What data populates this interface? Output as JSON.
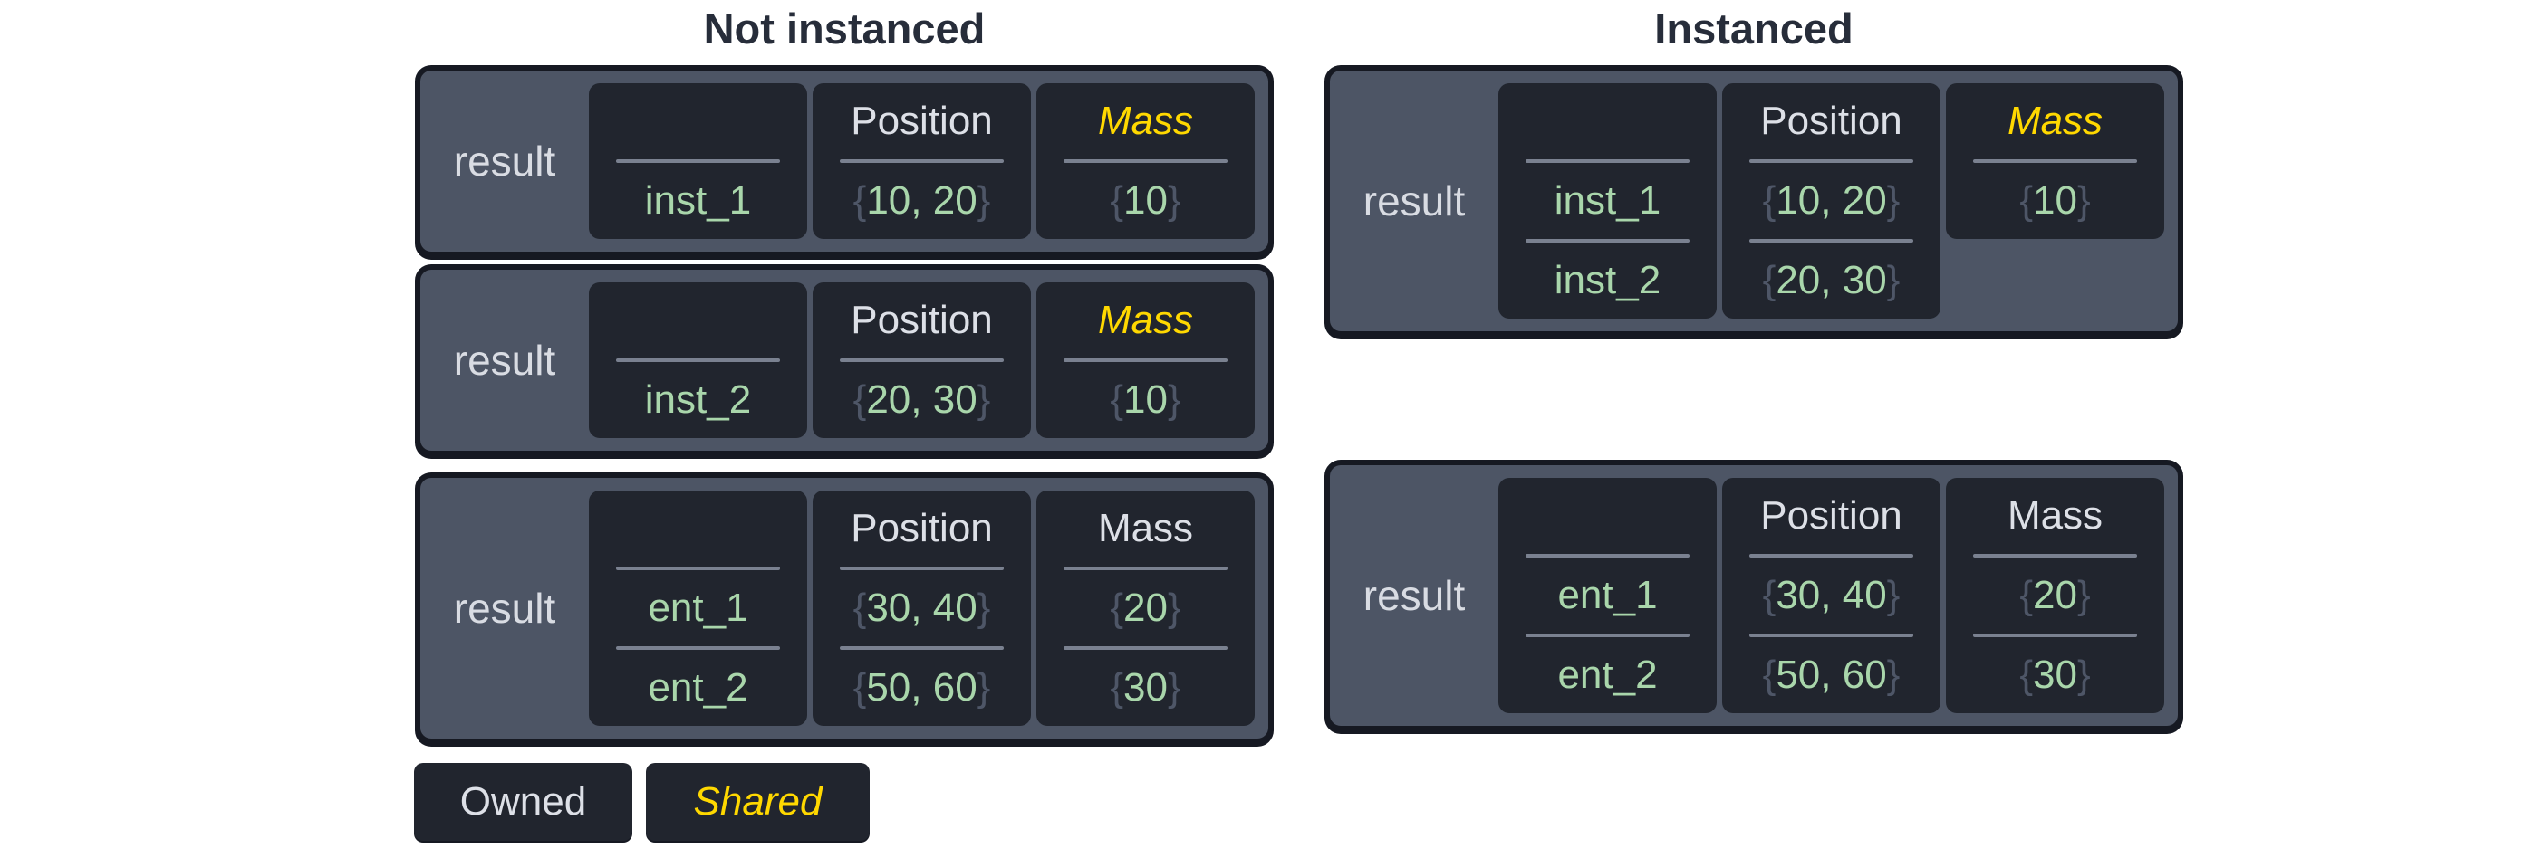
{
  "colors": {
    "page_bg": "#ffffff",
    "title_text": "#272d3a",
    "box_bg": "#4d5565",
    "box_border": "#161922",
    "cell_bg": "#21252e",
    "divider": "#7a8190",
    "label_text": "#d9dce3",
    "header_text": "#dde0e7",
    "value_green": "#a9d6ab",
    "brace_gray": "#4e5667",
    "shared_yellow": "#ffd800"
  },
  "groups": [
    {
      "title": "Not instanced",
      "tables": [
        {
          "result_label": "result",
          "columns": [
            {
              "header": "",
              "shared": false,
              "rows": [
                "inst_1"
              ]
            },
            {
              "header": "Position",
              "shared": false,
              "rows": [
                {
                  "open": "{",
                  "num": "10, 20",
                  "close": "}"
                }
              ]
            },
            {
              "header": "Mass",
              "shared": true,
              "rows": [
                {
                  "open": "{",
                  "num": "10",
                  "close": "}"
                }
              ]
            }
          ]
        },
        {
          "result_label": "result",
          "columns": [
            {
              "header": "",
              "shared": false,
              "rows": [
                "inst_2"
              ]
            },
            {
              "header": "Position",
              "shared": false,
              "rows": [
                {
                  "open": "{",
                  "num": "20, 30",
                  "close": "}"
                }
              ]
            },
            {
              "header": "Mass",
              "shared": true,
              "rows": [
                {
                  "open": "{",
                  "num": "10",
                  "close": "}"
                }
              ]
            }
          ]
        },
        {
          "result_label": "result",
          "columns": [
            {
              "header": "",
              "shared": false,
              "rows": [
                "ent_1",
                "ent_2"
              ]
            },
            {
              "header": "Position",
              "shared": false,
              "rows": [
                {
                  "open": "{",
                  "num": "30, 40",
                  "close": "}"
                },
                {
                  "open": "{",
                  "num": "50, 60",
                  "close": "}"
                }
              ]
            },
            {
              "header": "Mass",
              "shared": false,
              "rows": [
                {
                  "open": "{",
                  "num": "20",
                  "close": "}"
                },
                {
                  "open": "{",
                  "num": "30",
                  "close": "}"
                }
              ]
            }
          ]
        }
      ]
    },
    {
      "title": "Instanced",
      "tables": [
        {
          "result_label": "result",
          "columns": [
            {
              "header": "",
              "shared": false,
              "rows": [
                "inst_1",
                "inst_2"
              ]
            },
            {
              "header": "Position",
              "shared": false,
              "rows": [
                {
                  "open": "{",
                  "num": "10, 20",
                  "close": "}"
                },
                {
                  "open": "{",
                  "num": "20, 30",
                  "close": "}"
                }
              ]
            },
            {
              "header": "Mass",
              "shared": true,
              "rows": [
                {
                  "open": "{",
                  "num": "10",
                  "close": "}"
                }
              ]
            }
          ]
        },
        {
          "result_label": "result",
          "columns": [
            {
              "header": "",
              "shared": false,
              "rows": [
                "ent_1",
                "ent_2"
              ]
            },
            {
              "header": "Position",
              "shared": false,
              "rows": [
                {
                  "open": "{",
                  "num": "30, 40",
                  "close": "}"
                },
                {
                  "open": "{",
                  "num": "50, 60",
                  "close": "}"
                }
              ]
            },
            {
              "header": "Mass",
              "shared": false,
              "rows": [
                {
                  "open": "{",
                  "num": "20",
                  "close": "}"
                },
                {
                  "open": "{",
                  "num": "30",
                  "close": "}"
                }
              ]
            }
          ]
        }
      ]
    }
  ],
  "legend": [
    {
      "label": "Owned",
      "shared": false
    },
    {
      "label": "Shared",
      "shared": true
    }
  ]
}
